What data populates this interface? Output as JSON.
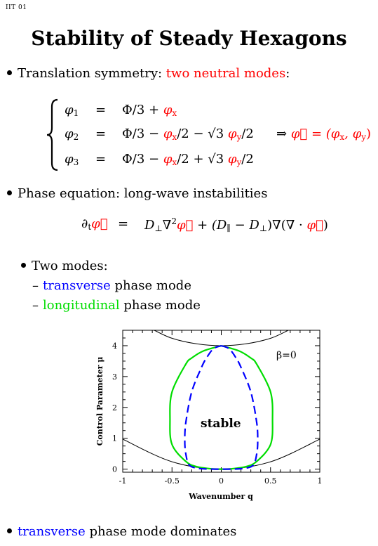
{
  "header": {
    "tag": "IIT 01"
  },
  "title": "Stability of Steady Hexagons",
  "bullet1": {
    "prefix": "Translation symmetry: ",
    "highlight": "two neutral modes",
    "suffix": ":"
  },
  "equations": {
    "phi1": {
      "lhs": "φ",
      "lhs_sub": "1",
      "eq": "=",
      "rhs_a": "Φ/3 + ",
      "rhs_b": "φ",
      "rhs_b_sub": "x"
    },
    "phi2": {
      "lhs": "φ",
      "lhs_sub": "2",
      "eq": "=",
      "rhs_a": "Φ/3 − ",
      "rhs_b": "φ",
      "rhs_b_sub": "x",
      "rhs_c": "/2 − √3 ",
      "rhs_d": "φ",
      "rhs_d_sub": "y",
      "rhs_e": "/2"
    },
    "phi3": {
      "lhs": "φ",
      "lhs_sub": "3",
      "eq": "=",
      "rhs_a": "Φ/3 − ",
      "rhs_b": "φ",
      "rhs_b_sub": "x",
      "rhs_c": "/2 + √3 ",
      "rhs_d": "φ",
      "rhs_d_sub": "y",
      "rhs_e": "/2"
    },
    "vector": {
      "arrow": "⇒ ",
      "text": "φ⃗ = (φ",
      "sub_x": "x",
      "mid": ", φ",
      "sub_y": "y",
      "end": ")"
    }
  },
  "bullet2": {
    "text": "Phase equation: long-wave instabilities"
  },
  "phase_equation": {
    "lhs_op": "∂",
    "lhs_sub": "t",
    "lhs_var": "φ⃗",
    "eq": "=",
    "t1": "D",
    "t1_sub": "⊥",
    "t1_op": "∇",
    "t1_sup": "2",
    "t1_var": "φ⃗",
    "t2_a": " + (D",
    "t2_sub1": "∥",
    "t2_b": " − D",
    "t2_sub2": "⊥",
    "t2_c": ")∇(∇ · ",
    "t2_var": "φ⃗",
    "t2_end": ")"
  },
  "bullet3": {
    "text": "Two modes:",
    "items": [
      {
        "dash": "–",
        "highlight": "transverse",
        "rest": " phase mode"
      },
      {
        "dash": "–",
        "highlight": "longitudinal",
        "rest": " phase mode"
      }
    ]
  },
  "chart_data": {
    "type": "line",
    "xlabel": "Wavenumber q",
    "ylabel": "Control Parameter μ",
    "xlim": [
      -1,
      1
    ],
    "ylim": [
      -0.1,
      4.5
    ],
    "x_ticks": [
      "-1",
      "-0.5",
      "0",
      "0.5",
      "1"
    ],
    "y_ticks": [
      "0",
      "1",
      "2",
      "3",
      "4"
    ],
    "annotations": {
      "beta": "β=0",
      "region": "stable"
    },
    "series": [
      {
        "style": "solid-black",
        "color": "#000000",
        "kind": "lower-parabola",
        "x": [
          -1,
          -0.5,
          0,
          0.5,
          1
        ],
        "y": [
          0.97,
          0.24,
          0,
          0.24,
          0.97
        ]
      },
      {
        "style": "solid-black",
        "color": "#000000",
        "kind": "upper-parabola",
        "x": [
          -0.68,
          -0.5,
          -0.25,
          0,
          0.25,
          0.5,
          0.68
        ],
        "y": [
          4.5,
          4.24,
          4.06,
          4.0,
          4.06,
          4.24,
          4.5
        ]
      },
      {
        "style": "solid-green",
        "color": "#00dd00",
        "kind": "longitudinal",
        "x": [
          0,
          0.18,
          0.3,
          0.36,
          0.5,
          0.52,
          0.5,
          0.36,
          0.25,
          0.1,
          0
        ],
        "y": [
          4.0,
          3.83,
          3.6,
          3.4,
          2.5,
          1.6,
          0.8,
          0.25,
          0.08,
          0.01,
          0
        ]
      },
      {
        "style": "dashed-blue",
        "color": "#0000ff",
        "kind": "transverse",
        "x": [
          0,
          0.08,
          0.15,
          0.2,
          0.3,
          0.36,
          0.37,
          0.36,
          0.33,
          0.26,
          0.15,
          0
        ],
        "y": [
          4.0,
          3.9,
          3.6,
          3.3,
          2.5,
          1.5,
          0.9,
          0.5,
          0.15,
          0.04,
          0.005,
          0
        ]
      }
    ]
  },
  "bullet4": {
    "highlight": "transverse",
    "rest": " phase mode dominates"
  }
}
